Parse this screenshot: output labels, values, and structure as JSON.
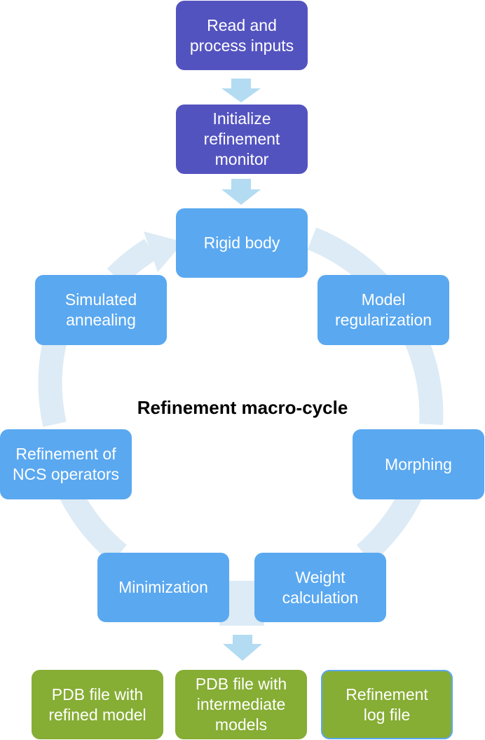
{
  "colors": {
    "input_steps": "#5353c0",
    "cycle_steps": "#5aa8f0",
    "outputs": "#86ad34",
    "arrows": "#b3dbf2",
    "cycle_ring": "#dcebf5",
    "title_text": "#000000"
  },
  "inputs": {
    "read": "Read and\nprocess inputs",
    "init": "Initialize\nrefinement\nmonitor"
  },
  "cycle": {
    "title": "Refinement macro-cycle",
    "steps": {
      "rigid_body": "Rigid body",
      "model_regularization": "Model\nregularization",
      "morphing": "Morphing",
      "weight_calculation": "Weight\ncalculation",
      "minimization": "Minimization",
      "ncs": "Refinement of\nNCS operators",
      "simulated_annealing": "Simulated\nannealing"
    }
  },
  "outputs": {
    "pdb_refined": "PDB file with\nrefined model",
    "pdb_intermediate": "PDB file with\nintermediate\nmodels",
    "log": "Refinement\nlog file"
  }
}
